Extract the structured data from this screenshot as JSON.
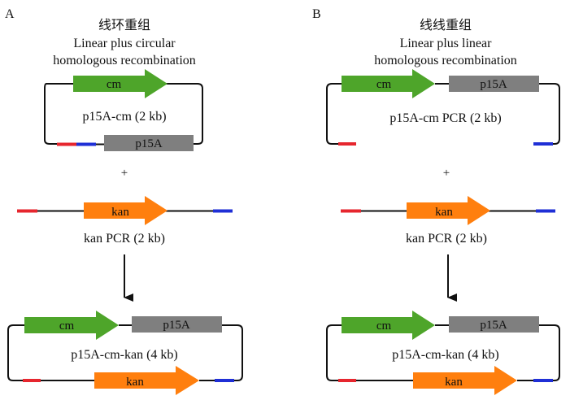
{
  "colors": {
    "cm": "#4ea52a",
    "kan": "#ff7f0e",
    "p15a": "#7f7f7f",
    "red_homology": "#e6262e",
    "blue_homology": "#1f2fd6",
    "line": "#111111"
  },
  "panel_a": {
    "letter": "A",
    "title_cn": "线环重组",
    "title_line1": "Linear plus circular",
    "title_line2": "homologous recombination",
    "plasmid": {
      "label": "p15A-cm (2 kb)",
      "cm": "cm",
      "p15a": "p15A"
    },
    "plus": "+",
    "pcr": {
      "label": "kan PCR (2 kb)",
      "gene": "kan"
    },
    "product": {
      "label": "p15A-cm-kan (4 kb)",
      "cm": "cm",
      "p15a": "p15A",
      "kan": "kan"
    }
  },
  "panel_b": {
    "letter": "B",
    "title_cn": "线线重组",
    "title_line1": "Linear plus linear",
    "title_line2": "homologous recombination",
    "plasmid": {
      "label": "p15A-cm PCR (2 kb)",
      "cm": "cm",
      "p15a": "p15A"
    },
    "plus": "+",
    "pcr": {
      "label": "kan PCR (2 kb)",
      "gene": "kan"
    },
    "product": {
      "label": "p15A-cm-kan (4 kb)",
      "cm": "cm",
      "p15a": "p15A",
      "kan": "kan"
    }
  }
}
